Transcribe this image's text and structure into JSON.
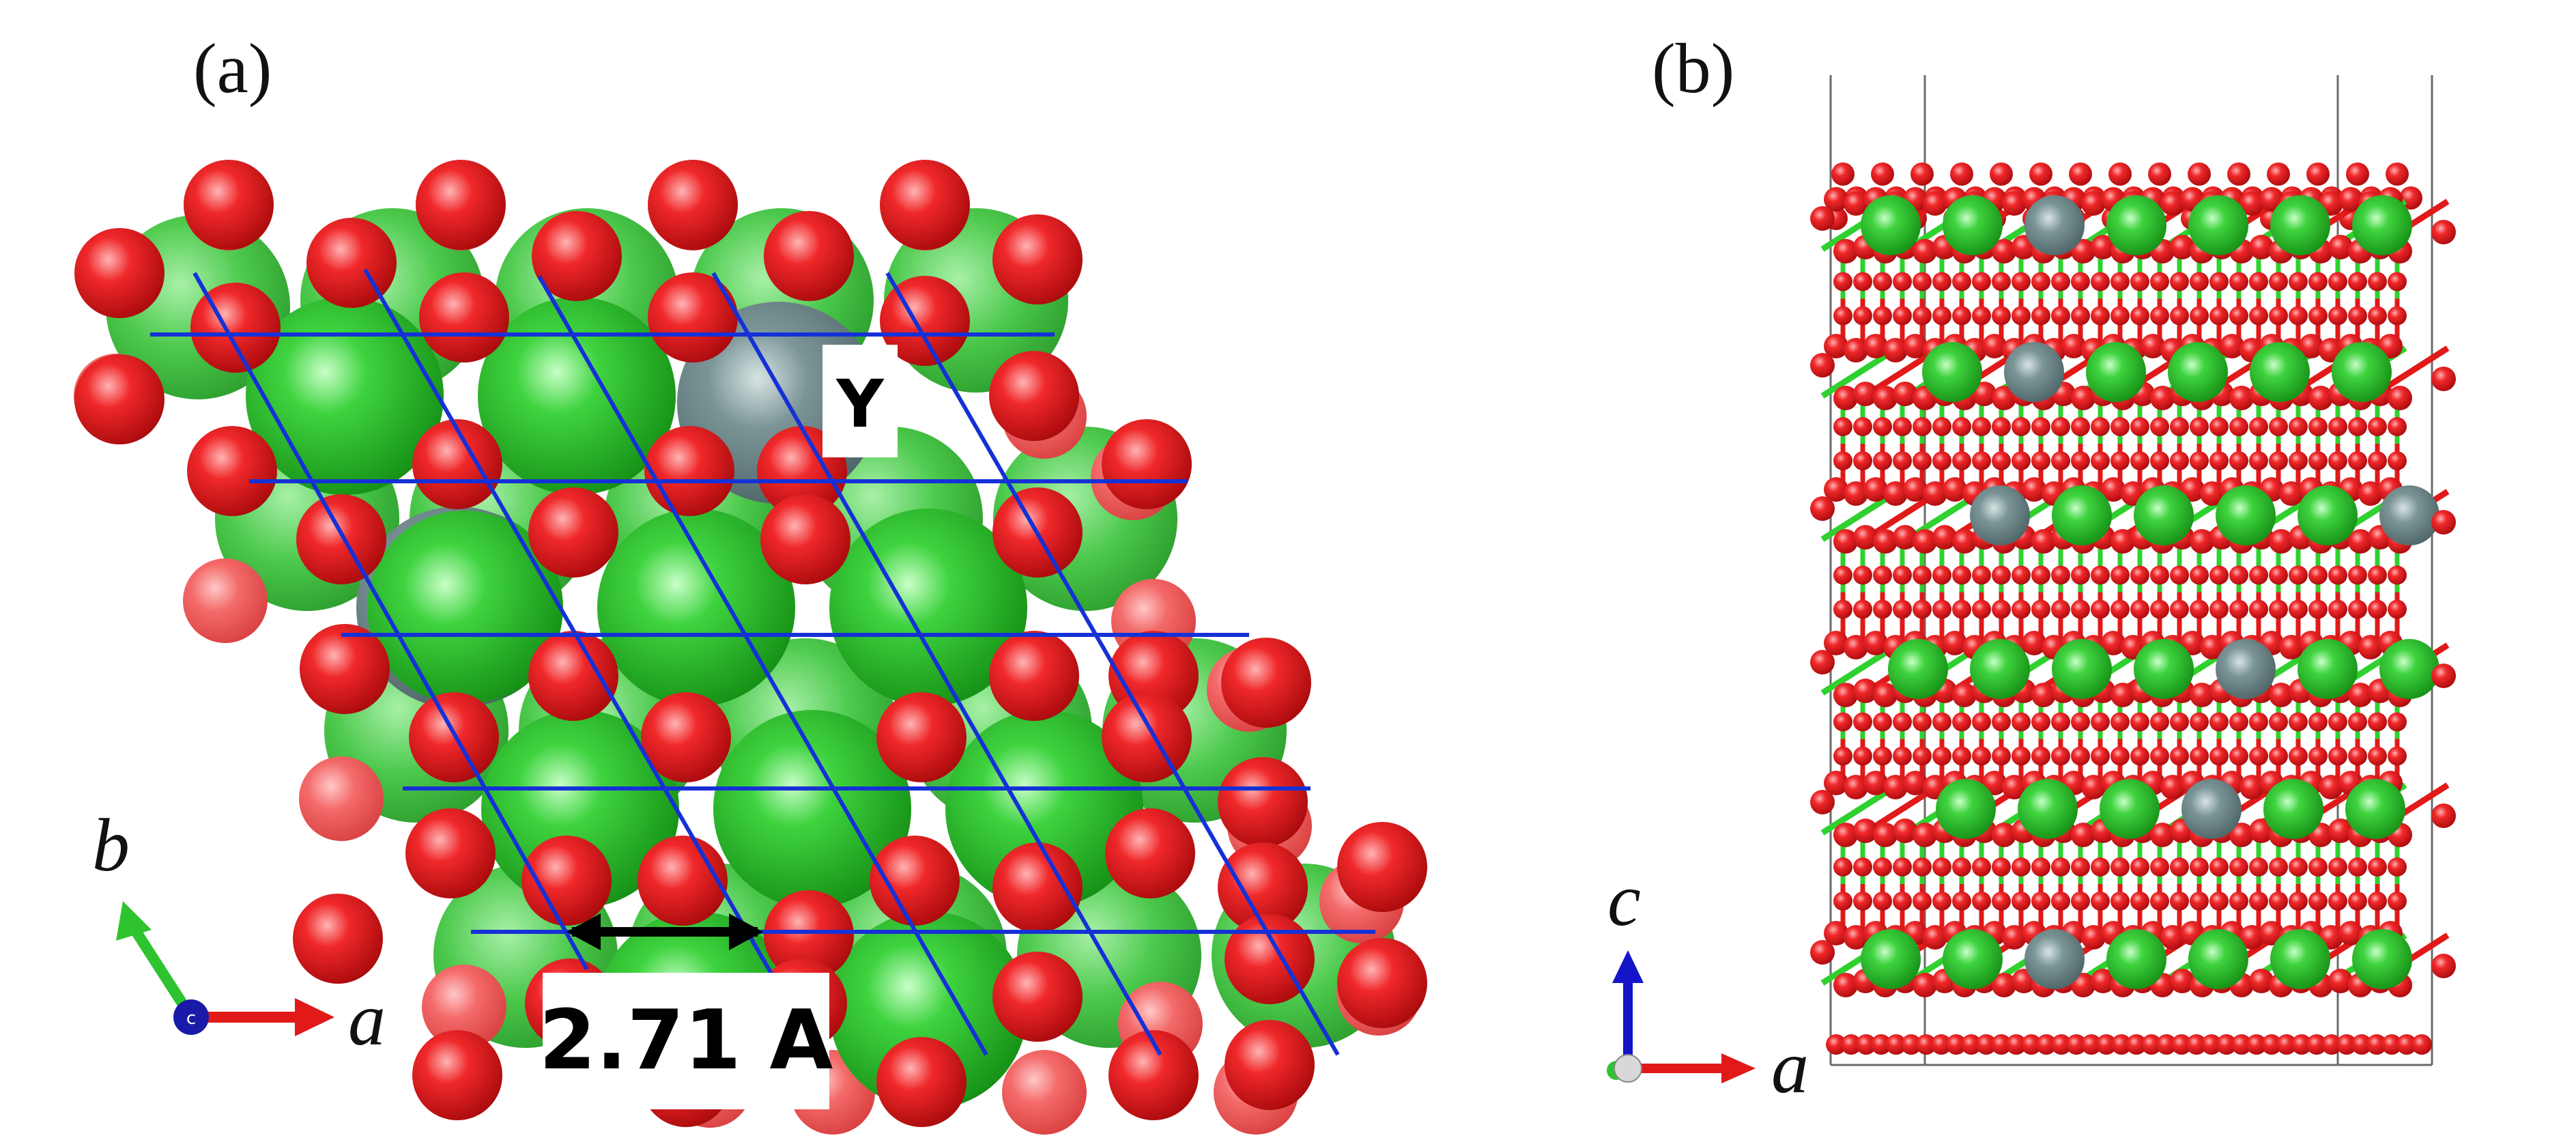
{
  "panel_a": {
    "label": "(a)",
    "site_label": "Y",
    "distance_label": "2.71 A",
    "axis_x_label": "a",
    "axis_y_label": "b",
    "axis_origin_label": "c"
  },
  "panel_b": {
    "label": "(b)",
    "axis_x_label": "a",
    "axis_z_label": "c"
  },
  "colors": {
    "oxygen": "#e8191c",
    "metal": "#22c422",
    "yttrium": "#6f8a8d",
    "grid_lines": "#1531d6",
    "axis_a": "#e11919",
    "axis_b": "#2fc42f",
    "axis_c": "#1414c8",
    "cell_edges": "#6b6b6b"
  },
  "legend_icons": [
    "axis-triad-a-b",
    "axis-triad-a-c"
  ]
}
